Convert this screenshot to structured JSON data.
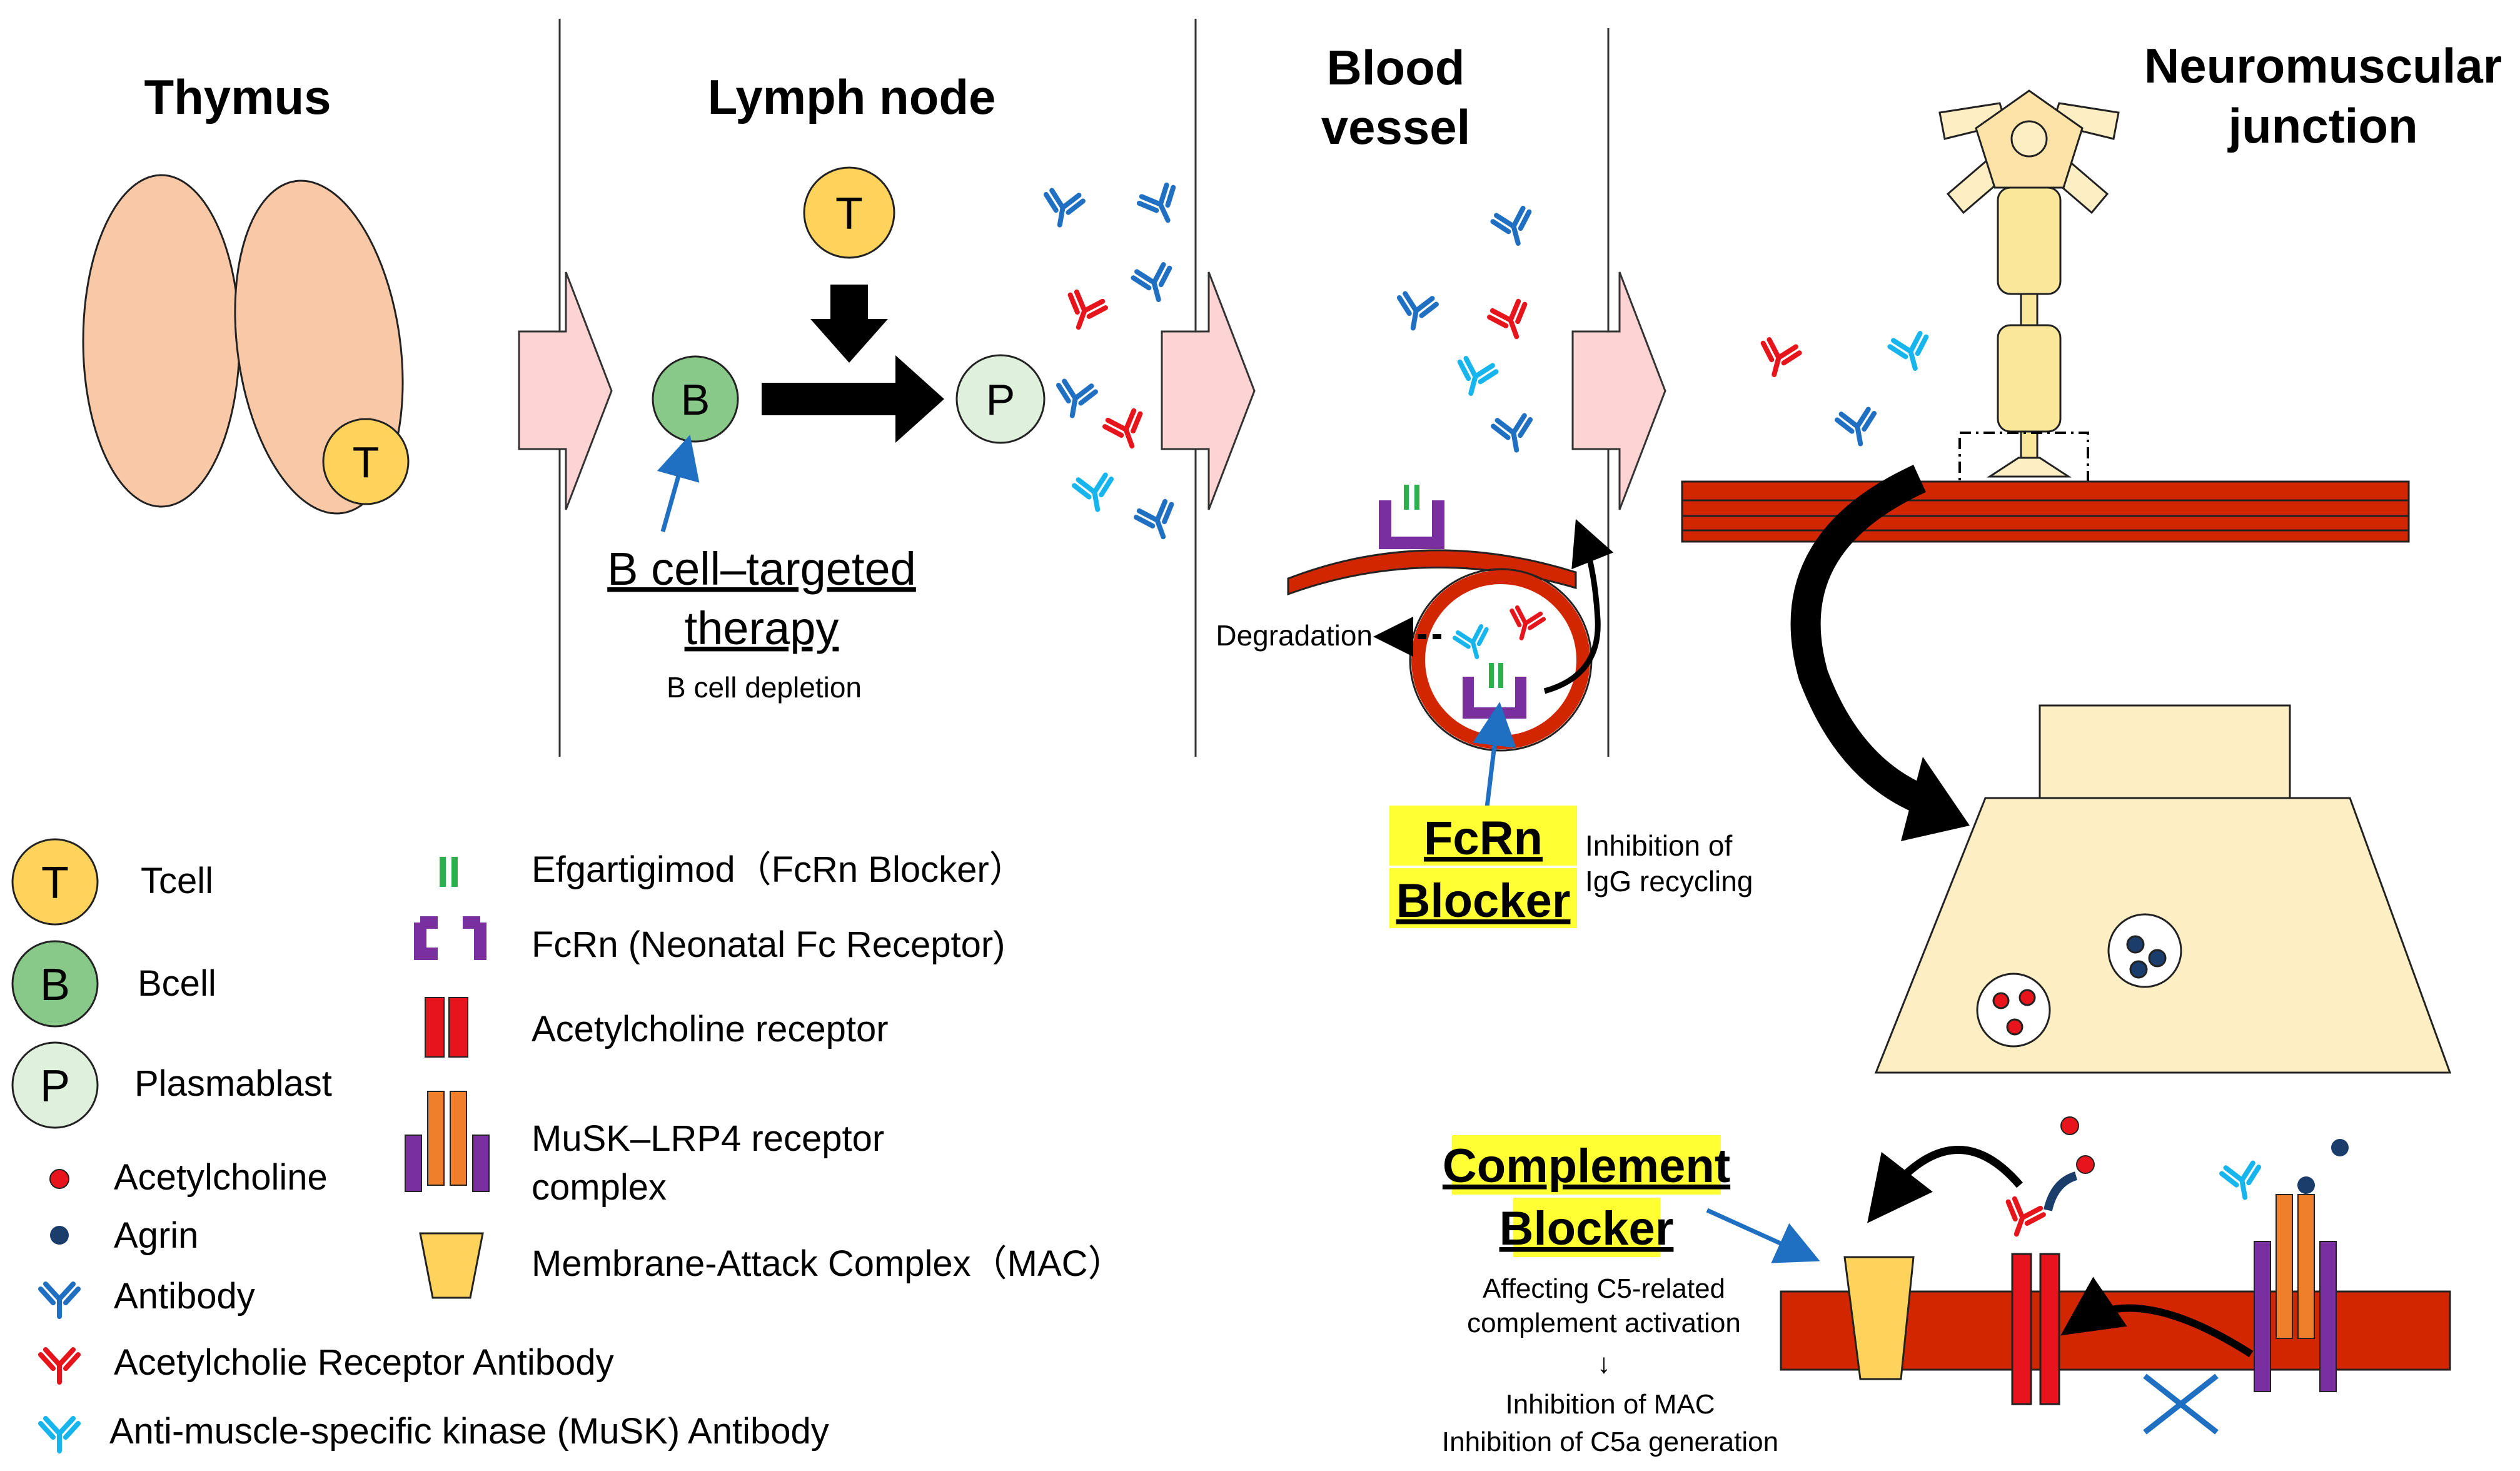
{
  "sections": {
    "thymus": "Thymus",
    "lymph": "Lymph node",
    "blood_1": "Blood",
    "blood_2": "vessel",
    "nmj_1": "Neuromuscular",
    "nmj_2": "junction"
  },
  "cells": {
    "t": "T",
    "b": "B",
    "p": "P"
  },
  "bcell_therapy": {
    "title_1": "B cell–targeted",
    "title_2": "therapy",
    "sub": "B cell depletion"
  },
  "fcrn": {
    "degradation": "Degradation",
    "blocker_1": "FcRn",
    "blocker_2": "Blocker",
    "note_1": "Inhibition of",
    "note_2": "IgG recycling"
  },
  "complement": {
    "blocker_1": "Complement",
    "blocker_2": "Blocker",
    "note_1": "Affecting C5-related",
    "note_2": "complement activation",
    "arrow": "↓",
    "note_3": "Inhibition of MAC",
    "note_4": "Inhibition of C5a generation"
  },
  "legend_left": {
    "tcell": "Tcell",
    "bcell": "Bcell",
    "plasmablast": "Plasmablast",
    "acetylcholine": "Acetylcholine",
    "agrin": "Agrin",
    "antibody": "Antibody",
    "achr_antibody": "Acetylcholie Receptor Antibody",
    "musk_antibody": "Anti-muscle-specific kinase (MuSK) Antibody"
  },
  "legend_right": {
    "efgartigimod": "Efgartigimod（FcRn Blocker）",
    "fcrn": "FcRn (Neonatal Fc Receptor)",
    "achr": "Acetylcholine receptor",
    "musk_1": "MuSK–LRP4 receptor",
    "musk_2": "complex",
    "mac": "Membrane-Attack Complex（MAC）"
  },
  "colors": {
    "antibody_blue": "#1f6fc2",
    "antibody_red": "#e8141c",
    "antibody_cyan": "#17b5ee",
    "tcell": "#fdd35c",
    "bcell": "#88c98a",
    "plasmablast": "#dff0dc",
    "highlight": "#ffff33",
    "muscle": "#d22600",
    "thymus": "#f9c9a7",
    "fcrn_purple": "#7a2fa0",
    "efgart_green": "#2bb14c",
    "musk_orange": "#f07f2b",
    "cream": "#fdeec4",
    "arrow_pink": "#fdd3d3"
  },
  "icons": [
    "antibody-icon",
    "fcrn-icon",
    "receptor-icon",
    "mac-icon",
    "neuron-icon"
  ]
}
